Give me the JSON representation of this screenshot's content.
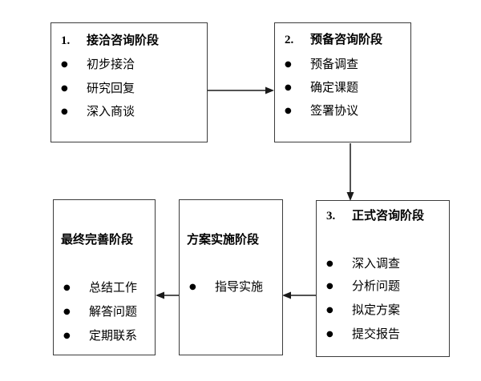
{
  "diagram": {
    "bullet": "●",
    "colors": {
      "border": "#3c3c3c",
      "text": "#000000",
      "arrow": "#1a1a1a",
      "background": "#ffffff"
    },
    "boxes": [
      {
        "number": "1.",
        "title": "接洽咨询阶段",
        "items": [
          "初步接洽",
          "研究回复",
          "深入商谈"
        ]
      },
      {
        "number": "2.",
        "title": "预备咨询阶段",
        "items": [
          "预备调查",
          "确定课题",
          "签署协议"
        ]
      },
      {
        "number": "3.",
        "title": "正式咨询阶段",
        "items": [
          "深入调查",
          "分析问题",
          "拟定方案",
          "提交报告"
        ]
      },
      {
        "number": "",
        "title": "方案实施阶段",
        "items": [
          "指导实施"
        ]
      },
      {
        "number": "",
        "title": "最终完善阶段",
        "items": [
          "总结工作",
          "解答问题",
          "定期联系"
        ]
      }
    ]
  }
}
